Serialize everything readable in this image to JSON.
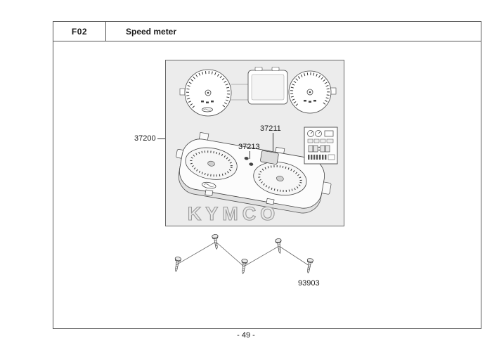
{
  "header": {
    "code": "F02",
    "title": "Speed meter"
  },
  "parts": {
    "meter_assembly": "37200",
    "lcd_unit": "37211",
    "bulb": "37213",
    "screw": "93903"
  },
  "watermark": "KYMCO",
  "footer": {
    "page_number": "- 49 -"
  },
  "colors": {
    "frame": "#555555",
    "diagram_background": "#ececec",
    "line": "#333333",
    "watermark_outline": "#9a9a9a"
  }
}
